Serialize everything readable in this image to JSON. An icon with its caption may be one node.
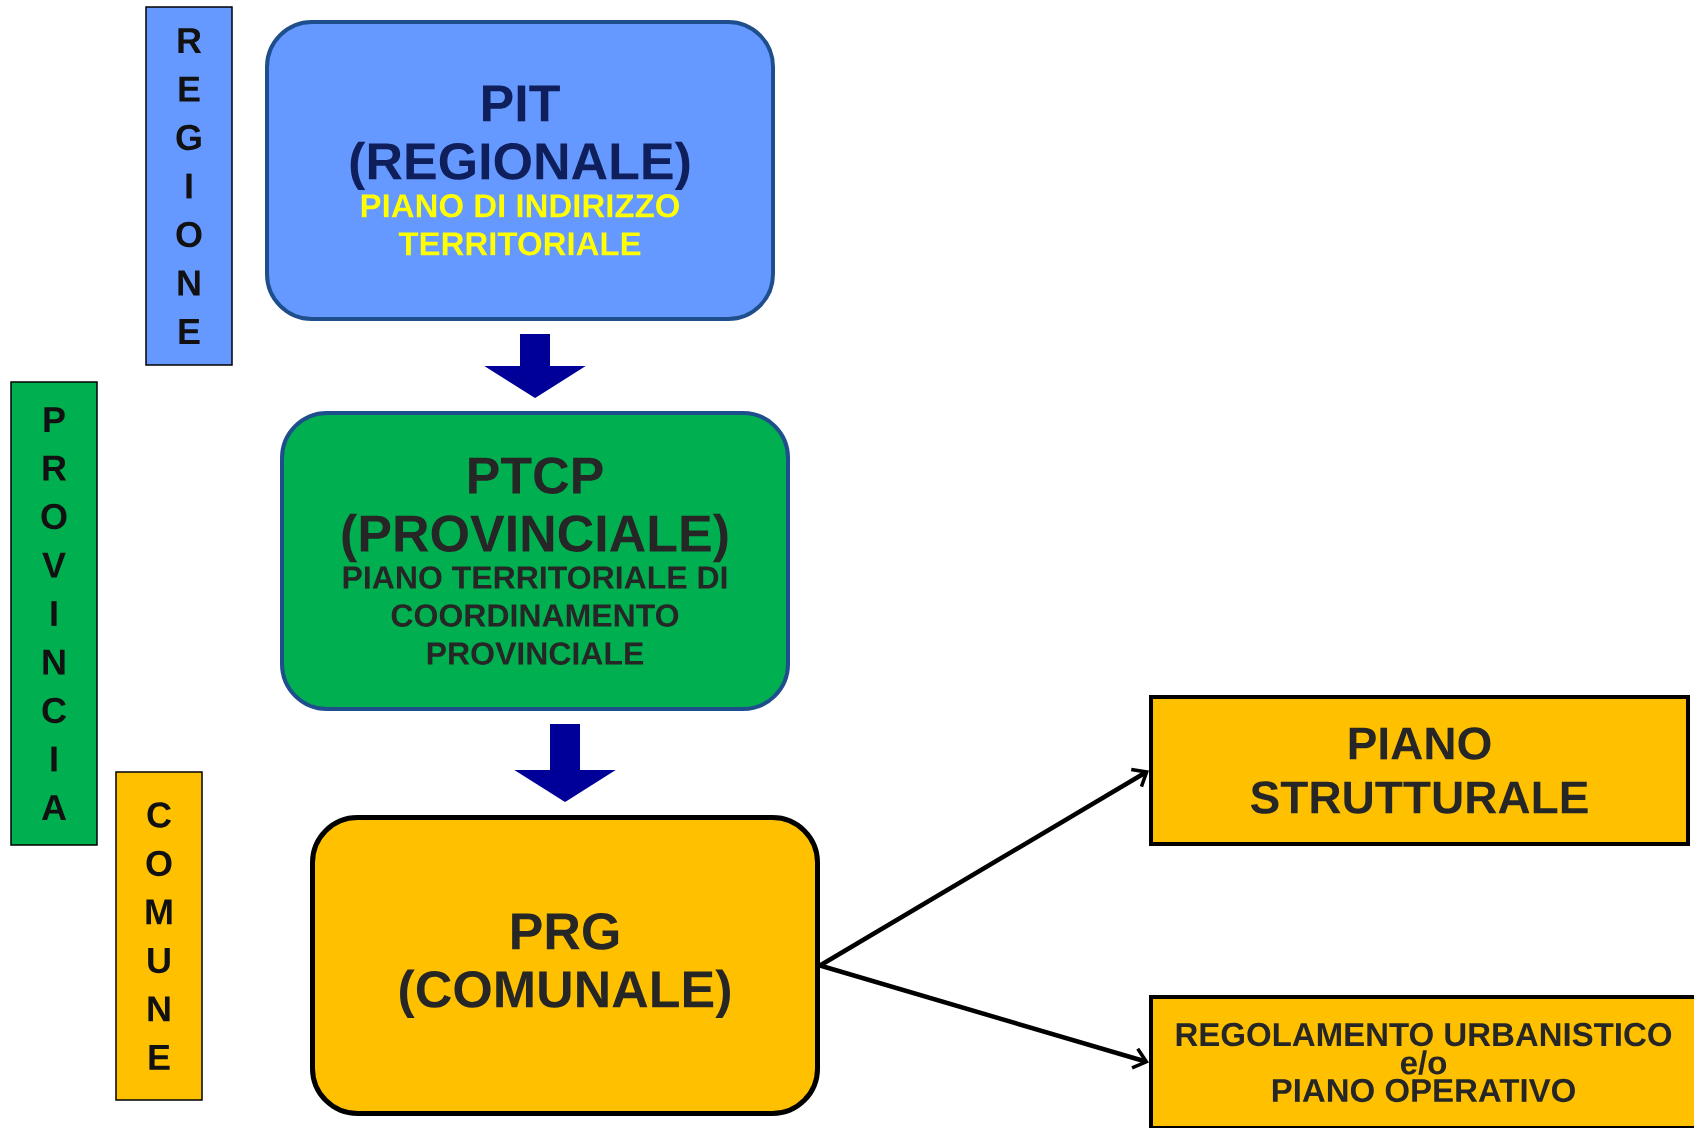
{
  "diagram": {
    "nodes": [
      {
        "text": [
          "R E G I O N E"
        ]
      },
      {
        "text": [
          "PIT (REGIONALE)",
          "PIANO DI INDIRIZZO TERRITORIALE"
        ]
      },
      {
        "text": [
          "P R O V I N C I A"
        ]
      },
      {
        "text": [
          "PTCP (PROVINCIALE)",
          "PIANO TERRITORIALE DI COORDINAMENTO PROVINCIALE"
        ]
      },
      {
        "text": [
          "C O M U N E"
        ]
      },
      {
        "text": [
          "PRG (COMUNALE)"
        ]
      },
      {
        "text": [
          "PIANO STRUTTURALE"
        ]
      },
      {
        "text": [
          "REGOLAMENTO URBANISTICO",
          "e/o",
          "PIANO OPERATIVO"
        ]
      }
    ],
    "edges": [
      {
        "from": 1,
        "to": 3,
        "arrow": "to",
        "style": "thick",
        "color": "#000099"
      },
      {
        "from": 3,
        "to": 5,
        "arrow": "to",
        "style": "thick",
        "color": "#000099"
      },
      {
        "from": 5,
        "to": 6,
        "arrow": "to",
        "color": "#000000"
      },
      {
        "from": 5,
        "to": 7,
        "arrow": "to",
        "color": "#000000"
      }
    ]
  }
}
